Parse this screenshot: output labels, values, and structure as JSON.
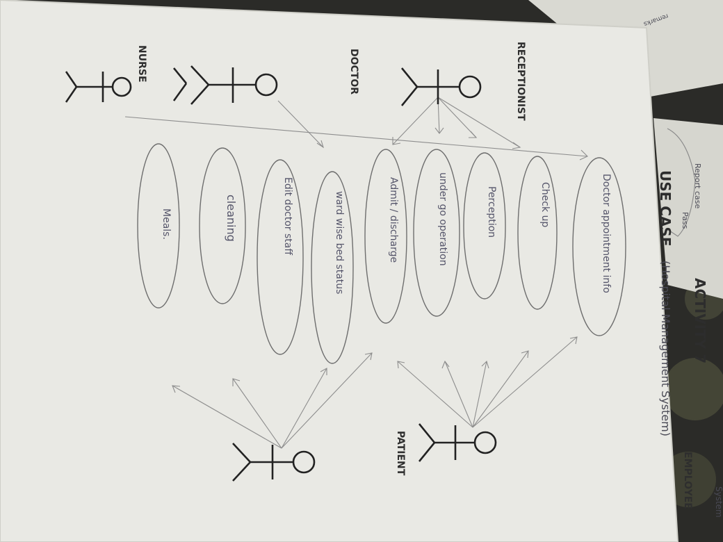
{
  "colors": {
    "paper": "#e9e9e4",
    "ink": "#2a2a2a",
    "pencil": "#8a8a8a",
    "background_fabric": "#2b2b28"
  },
  "heading": {
    "activity": "ACTIVITY 7",
    "use_case": "USE CASE",
    "subtitle": "(Hospital Management System)"
  },
  "corner_note": {
    "line1": "Report case",
    "line2": "Pass"
  },
  "margin_note": "System",
  "actors": {
    "receptionist": "RECEPTIONIST",
    "doctor": "DOCTOR",
    "nurse": "NURSE",
    "patient": "PATIENT",
    "employee": "EMPLOYEE"
  },
  "use_cases": {
    "doctor_appointment": "Doctor appointment info",
    "check_up": "Check up",
    "perception": "Perception",
    "under_go_operation": "under go operation",
    "admit_discharge": "Admit / discharge",
    "ward_bed_status": "ward wise bed status",
    "edit_doctor_staff": "Edit doctor staff",
    "cleaning": "cleaning",
    "meals": "Meals."
  }
}
